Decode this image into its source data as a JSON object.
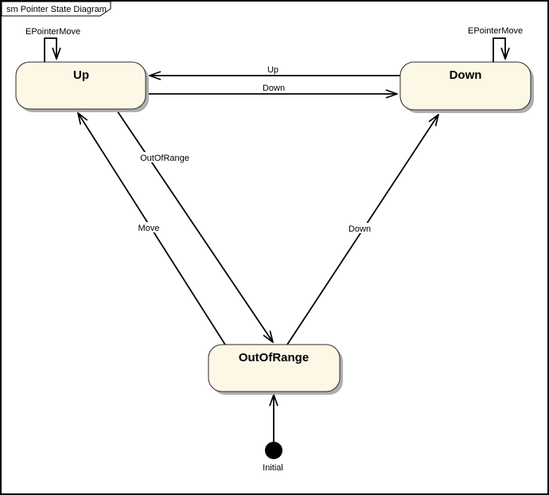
{
  "frame": {
    "title": "sm Pointer State Diagram",
    "type": "state machine frame"
  },
  "states": [
    {
      "name": "Up"
    },
    {
      "name": "Down"
    },
    {
      "name": "OutOfRange"
    }
  ],
  "transitions": [
    {
      "from": "Up",
      "to": "Up",
      "label": "EPointerMove"
    },
    {
      "from": "Down",
      "to": "Down",
      "label": "EPointerMove"
    },
    {
      "from": "Down",
      "to": "Up",
      "label": "Up"
    },
    {
      "from": "Up",
      "to": "Down",
      "label": "Down"
    },
    {
      "from": "Up",
      "to": "OutOfRange",
      "label": "OutOfRange"
    },
    {
      "from": "OutOfRange",
      "to": "Up",
      "label": "Move"
    },
    {
      "from": "OutOfRange",
      "to": "Down",
      "label": "Down"
    },
    {
      "from": "Initial",
      "to": "OutOfRange",
      "label": ""
    }
  ],
  "initial": {
    "label": "Initial"
  },
  "colors": {
    "background": "#ffffff",
    "state_fill": "#fdf8e6",
    "state_border": "#2b2b2b",
    "shadow": "#aeaeae",
    "line": "#000000"
  }
}
